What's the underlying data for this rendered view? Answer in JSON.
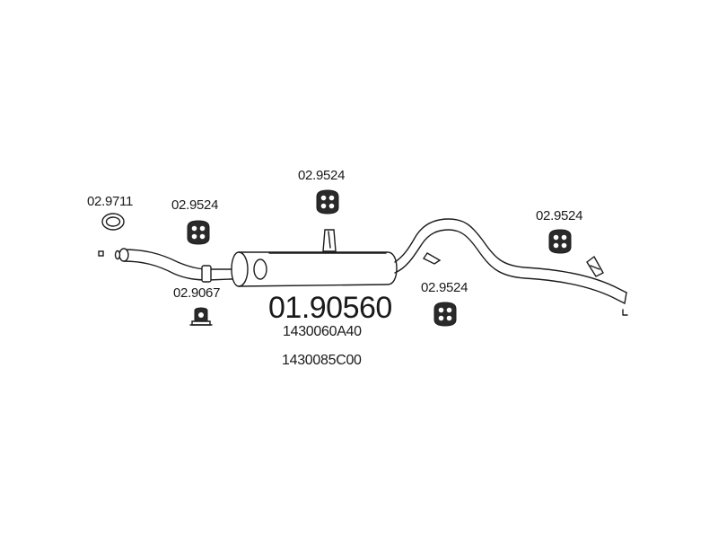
{
  "labels": {
    "seal": "02.9711",
    "hanger_front": "02.9524",
    "hanger_top": "02.9524",
    "hanger_mid": "02.9524",
    "hanger_right": "02.9524",
    "clamp": "02.9067",
    "main_part": "01.90560",
    "oem_1": "1430060A40",
    "oem_2": "1430085C00"
  }
}
